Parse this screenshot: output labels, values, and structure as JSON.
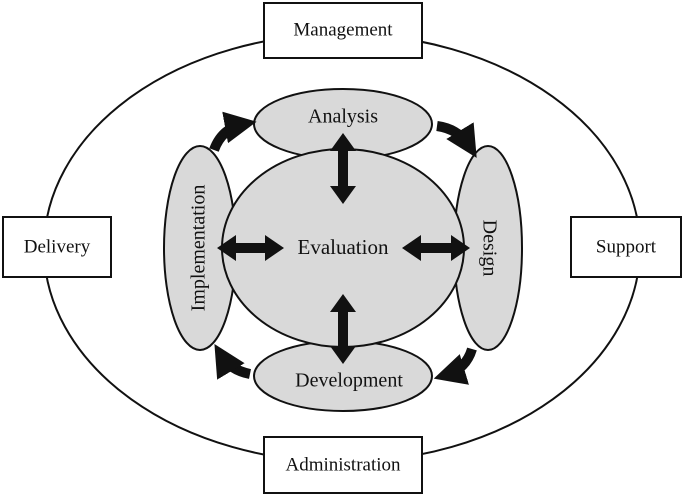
{
  "diagram": {
    "outer_boxes": {
      "top": "Management",
      "left": "Delivery",
      "right": "Support",
      "bottom": "Administration"
    },
    "nodes": {
      "top": "Analysis",
      "right": "Design",
      "bottom": "Development",
      "left": "Implementation",
      "center": "Evaluation"
    }
  },
  "colors": {
    "node_fill": "#d9d9d9",
    "stroke": "#111111",
    "background": "#ffffff"
  }
}
